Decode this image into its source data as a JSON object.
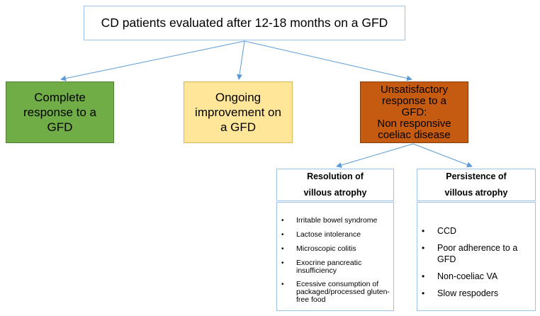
{
  "top": {
    "label": "CD patients evaluated after 12-18 months on a GFD"
  },
  "outcomes": {
    "complete": "Complete\nresponse to a\nGFD",
    "ongoing": "Ongoing\nimprovement on\na GFD",
    "unsatisfactory": "Unsatisfactory\nresponse to a\nGFD:\nNon responsive\ncoeliac disease"
  },
  "resolution": {
    "title": "Resolution of\nvillous atrophy",
    "bullet": "•",
    "items": [
      "Irritable bowel syndrome",
      "Lactose intolerance",
      "Microscopic colitis",
      "Exocrine pancreatic insufficiency",
      "Ecessive consumption of packaged/processed gluten-free food"
    ]
  },
  "persistence": {
    "title": "Persistence of\nvillous atrophy",
    "bullet": "•",
    "items": [
      "CCD",
      "Poor adherence to a GFD",
      "Non-coeliac VA",
      "Slow respoders"
    ]
  },
  "colors": {
    "complete_fill": "#70ad47",
    "ongoing_fill": "#ffe699",
    "unsatisfactory_fill": "#c55a11",
    "box_border": "#9dc3e6",
    "arrow": "#5b9bd5"
  }
}
